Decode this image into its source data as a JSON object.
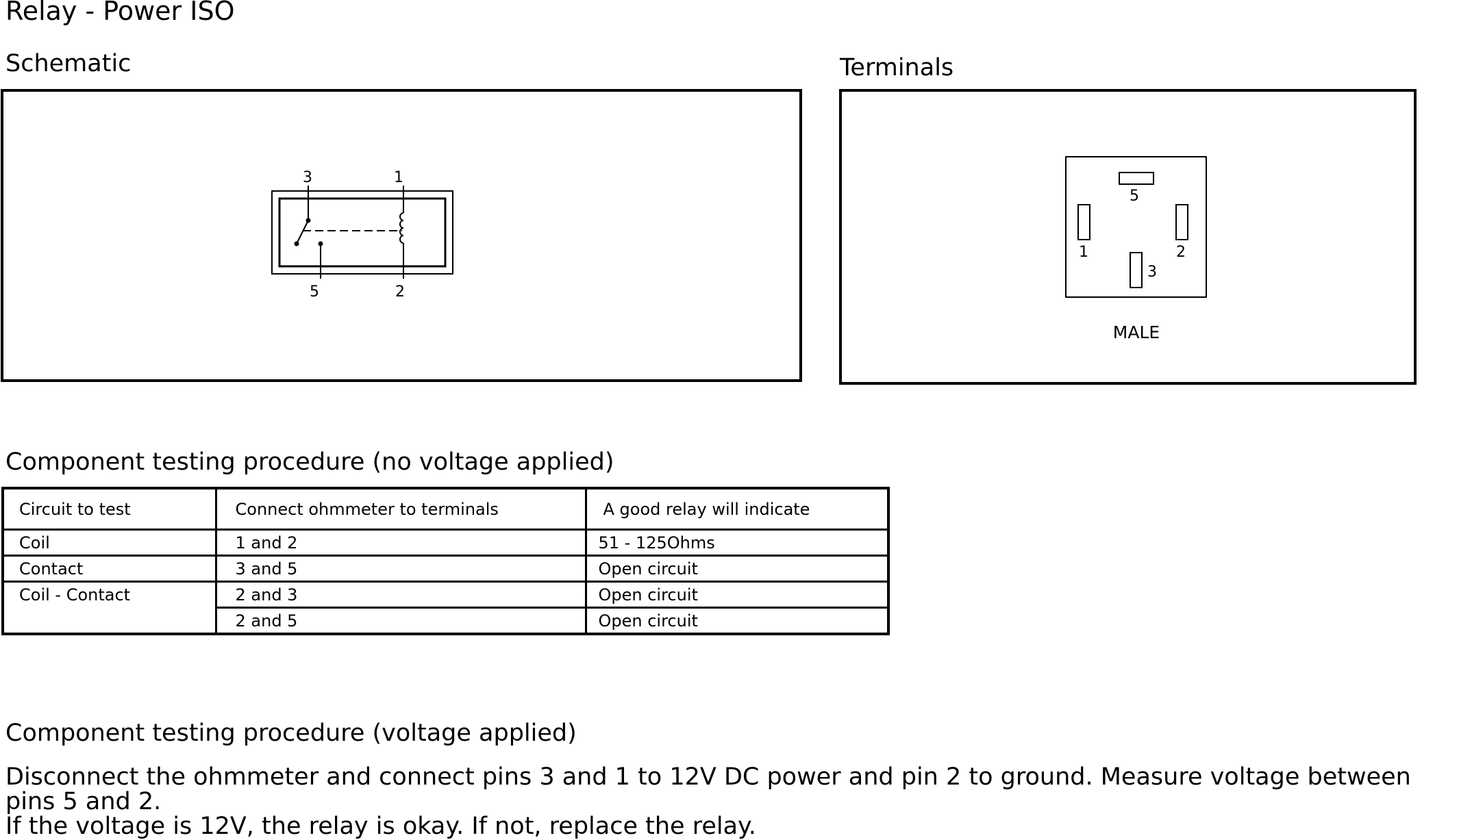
{
  "title": "Relay - Power ISO",
  "schematic": {
    "label": "Schematic",
    "pins": {
      "p3": "3",
      "p1": "1",
      "p5": "5",
      "p2": "2"
    }
  },
  "terminals": {
    "label": "Terminals",
    "pins": {
      "p5": "5",
      "p1": "1",
      "p2": "2",
      "p3": "3"
    },
    "connector_type": "MALE"
  },
  "no_voltage": {
    "heading": "Component testing procedure (no voltage applied)",
    "headers": [
      "Circuit to test",
      "Connect ohmmeter to terminals",
      "A good relay will indicate"
    ],
    "rows": [
      {
        "circuit": "Coil",
        "terminals": "1 and 2",
        "result": "51 - 125Ohms"
      },
      {
        "circuit": "Contact",
        "terminals": "3 and 5",
        "result": "Open circuit"
      },
      {
        "circuit": "Coil - Contact",
        "terminals": "2 and 3",
        "result": "Open circuit"
      },
      {
        "circuit": "",
        "terminals": "2 and 5",
        "result": "Open circuit"
      }
    ]
  },
  "voltage": {
    "heading": "Component testing procedure (voltage applied)",
    "line1": "Disconnect the ohmmeter and connect pins 3 and 1 to 12V DC power and pin 2 to ground. Measure voltage between pins 5 and 2.",
    "line2": "If the voltage is 12V, the relay is okay. If not, replace the relay."
  }
}
